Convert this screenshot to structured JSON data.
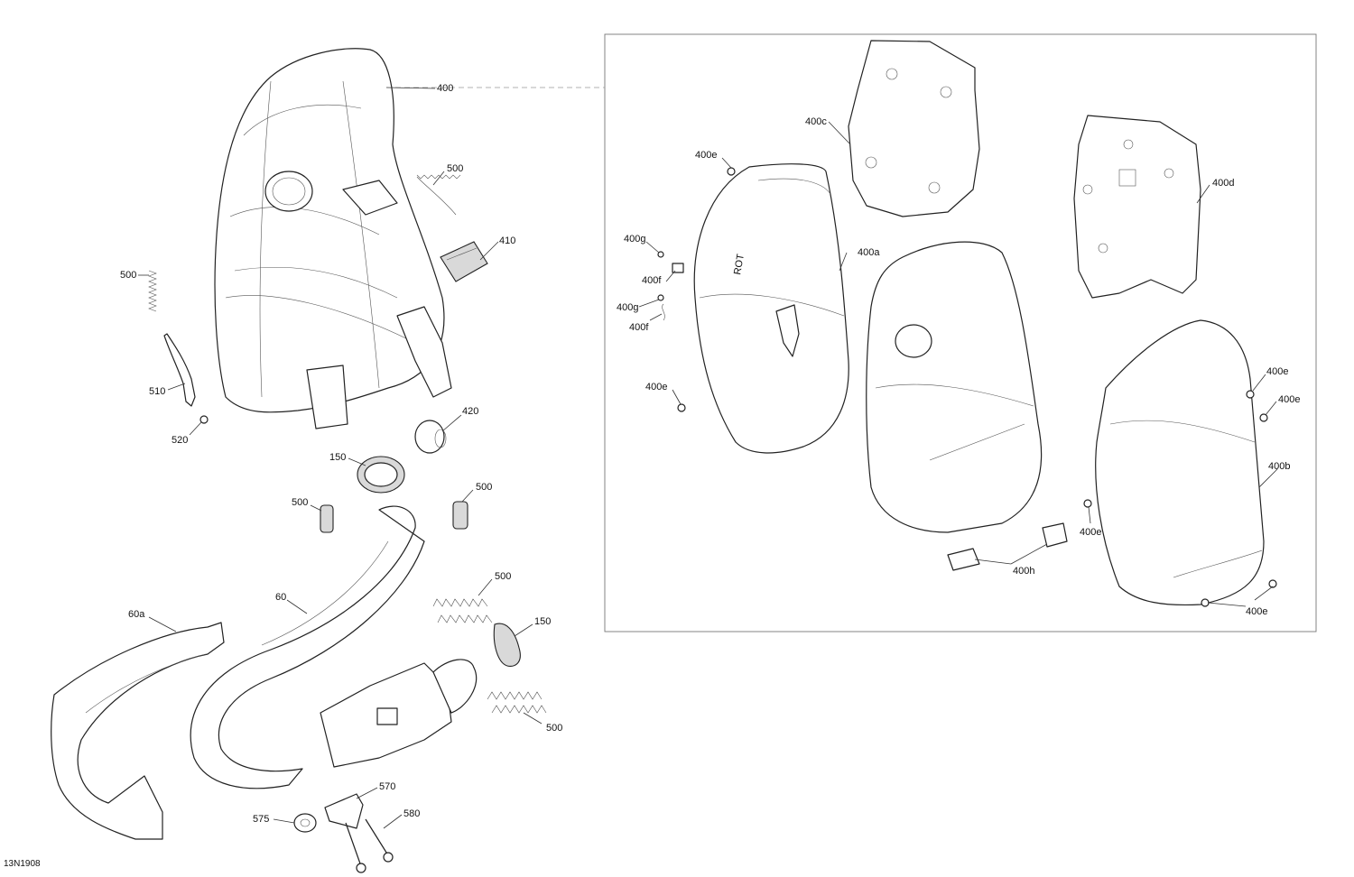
{
  "diagram_code": "13N1908",
  "callouts": {
    "c400": "400",
    "c500_spring_top": "500",
    "c410": "410",
    "c500_left": "500",
    "c510": "510",
    "c520": "520",
    "c420": "420",
    "c150_ring": "150",
    "c500_small_left": "500",
    "c500_small_right": "500",
    "c500_mid": "500",
    "c60": "60",
    "c60a": "60a",
    "c150_gasket": "150",
    "c500_lower": "500",
    "c570": "570",
    "c575": "575",
    "c580": "580",
    "c400a": "400a",
    "c400b": "400b",
    "c400c": "400c",
    "c400d": "400d",
    "c400e_1": "400e",
    "c400e_2": "400e",
    "c400e_3": "400e",
    "c400e_4": "400e",
    "c400e_5": "400e",
    "c400e_6": "400e",
    "c400f_1": "400f",
    "c400f_2": "400f",
    "c400g_1": "400g",
    "c400g_2": "400g",
    "c400h": "400h"
  },
  "embossed_text": "ROT"
}
